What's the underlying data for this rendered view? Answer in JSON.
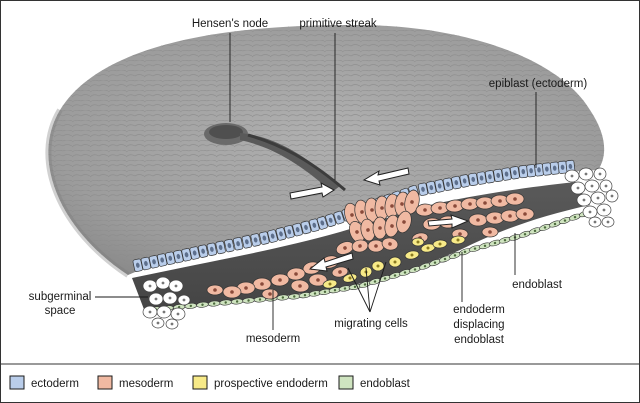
{
  "labels": {
    "hensens_node": "Hensen's node",
    "primitive_streak": "primitive streak",
    "epiblast": "epiblast (ectoderm)",
    "subgerminal_1": "subgerminal",
    "subgerminal_2": "space",
    "endoblast": "endoblast",
    "endoderm_1": "endoderm",
    "endoderm_2": "displacing",
    "endoderm_3": "endoblast",
    "migrating_cells": "migrating cells",
    "mesoderm": "mesoderm"
  },
  "legend": [
    {
      "label": "ectoderm",
      "color": "#b9cdea"
    },
    {
      "label": "mesoderm",
      "color": "#f0b9a2"
    },
    {
      "label": "prospective endoderm",
      "color": "#f7ea88"
    },
    {
      "label": "endoblast",
      "color": "#cfe4c0"
    }
  ],
  "colors": {
    "surface": "#a6a6a6",
    "ectoderm": "#b9cdea",
    "mesoderm": "#f0b9a2",
    "prospective_endoderm": "#f7ea88",
    "endoblast": "#cfe4c0"
  }
}
